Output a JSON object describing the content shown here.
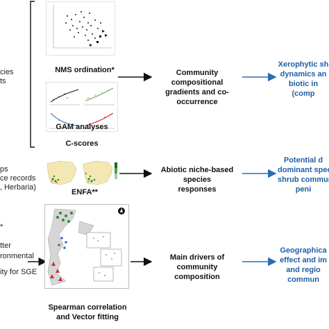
{
  "left_inputs": {
    "block1": [
      "cies",
      "ts"
    ],
    "block2": [
      "ps",
      "ce records",
      ", Herbaria)"
    ],
    "block3": [
      "*",
      "tter",
      "ronmental",
      "ity for SGE"
    ]
  },
  "methods": {
    "nms": "NMS ordination*",
    "gam": "GAM analyses",
    "cscores": "C-scores",
    "enfa": "ENFA**",
    "spearman_line1": "Spearman correlation",
    "spearman_line2": "and Vector fitting"
  },
  "middle_outputs": {
    "m1_line1": "Community compositional",
    "m1_line2": "gradients and  co-occurrence",
    "m2_line1": "Abiotic niche-based species",
    "m2_line2": "responses",
    "m3_line1": "Main drivers of community",
    "m3_line2": "composition"
  },
  "right_outputs": {
    "r1": [
      "Xerophytic sh",
      "dynamics an",
      "biotic in",
      "(comp"
    ],
    "r2": [
      "Potential d",
      "dominant spec",
      "shrub communi",
      "peni"
    ],
    "r3": [
      "Geographica",
      "effect and im",
      "and regio",
      "commun"
    ]
  },
  "colors": {
    "black_arrow": "#111111",
    "blue_arrow": "#2a6db5",
    "blue_text": "#1f5fa3",
    "map_land": "#f3e7b3",
    "green_points": "#2e8b2e",
    "red_points": "#d42a2a",
    "blue_points": "#3a6fc4"
  }
}
